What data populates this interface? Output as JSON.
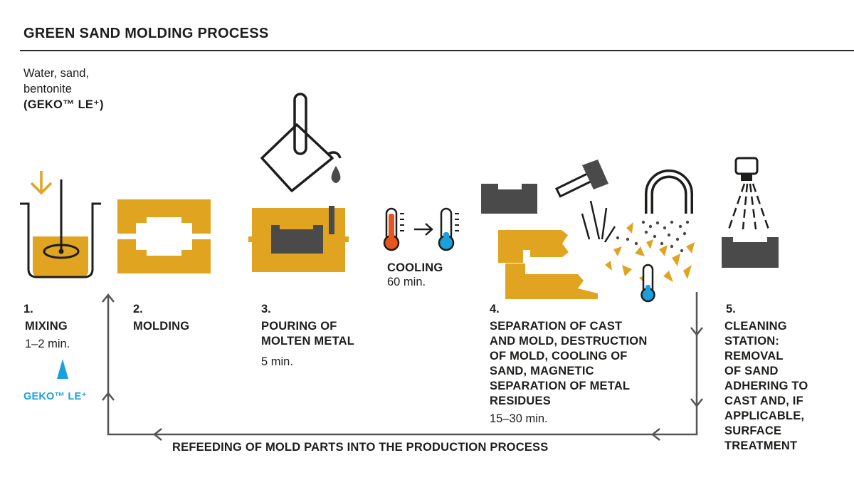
{
  "title": "GREEN SAND MOLDING PROCESS",
  "ingredients": {
    "line1": "Water, sand,",
    "line2": "bentonite",
    "product": "(GEKO™ LE⁺)"
  },
  "steps": [
    {
      "number": "1.",
      "name": "MIXING",
      "duration": "1–2 min."
    },
    {
      "number": "2.",
      "name": "MOLDING"
    },
    {
      "number": "3.",
      "name_lines": [
        "POURING OF",
        "MOLTEN METAL"
      ],
      "duration": "5 min."
    },
    {
      "number": "4.",
      "name_lines": [
        "SEPARATION OF CAST",
        "AND MOLD, DESTRUCTION",
        "OF MOLD, COOLING OF",
        "SAND, MAGNETIC",
        "SEPARATION OF METAL",
        "RESIDUES"
      ],
      "duration": "15–30 min."
    },
    {
      "number": "5.",
      "name_lines": [
        "CLEANING",
        "STATION:",
        "REMOVAL",
        "OF SAND",
        "ADHERING TO",
        "CAST AND, IF",
        "APPLICABLE,",
        "SURFACE",
        "TREATMENT"
      ]
    }
  ],
  "cooling": {
    "name": "COOLING",
    "duration": "60 min."
  },
  "additive": {
    "label": "GEKO™ LE⁺"
  },
  "loop": {
    "label": "REFEEDING OF MOLD PARTS INTO THE PRODUCTION PROCESS"
  },
  "colors": {
    "gold": "#E0A420",
    "dark": "#4A4A4A",
    "ink": "#1D1D1B",
    "line": "#555555",
    "blue": "#1AA0DE",
    "hot": "#E8541E",
    "cold": "#1AA0DE"
  }
}
